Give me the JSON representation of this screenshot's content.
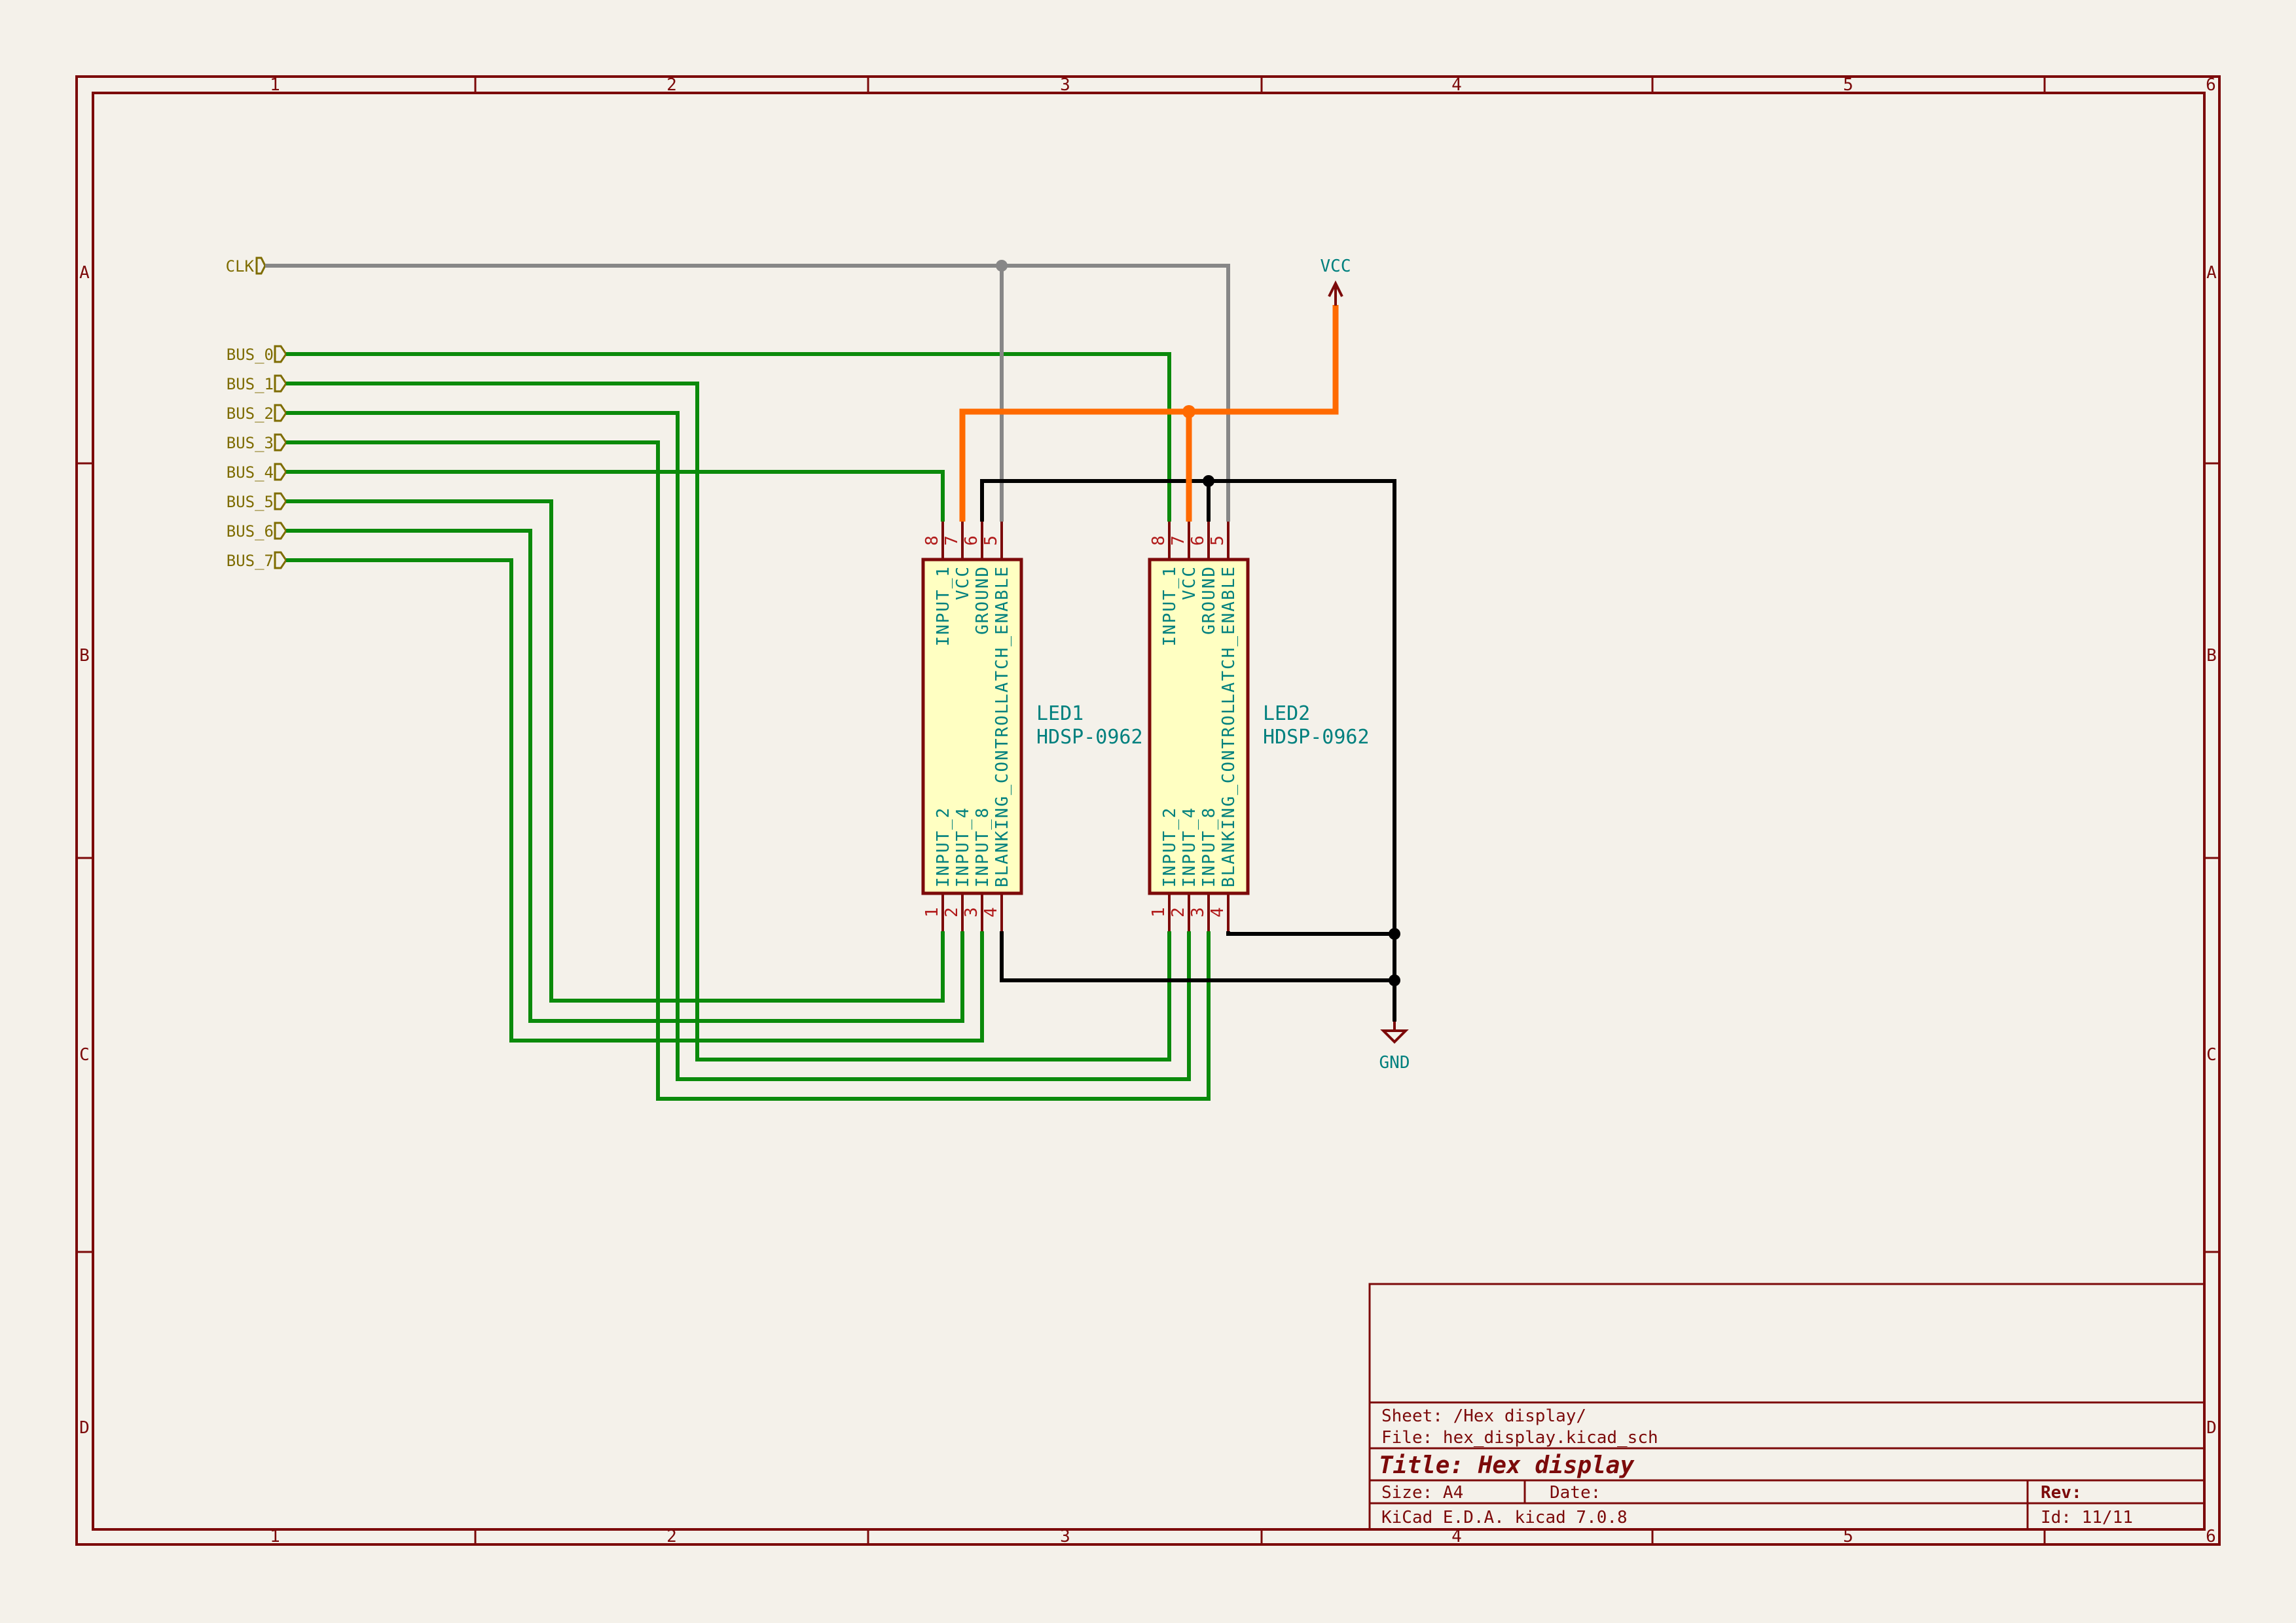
{
  "sheet": {
    "columns": [
      "1",
      "2",
      "3",
      "4",
      "5",
      "6"
    ],
    "rows": [
      "A",
      "B",
      "C",
      "D"
    ]
  },
  "labels": {
    "clk": "CLK",
    "bus": [
      "BUS_0",
      "BUS_1",
      "BUS_2",
      "BUS_3",
      "BUS_4",
      "BUS_5",
      "BUS_6",
      "BUS_7"
    ]
  },
  "power": {
    "vcc": "VCC",
    "gnd": "GND"
  },
  "components": [
    {
      "ref": "LED1",
      "value": "HDSP-0962",
      "top_pins": [
        {
          "num": "8",
          "name": "INPUT_1"
        },
        {
          "num": "7",
          "name": "VCC"
        },
        {
          "num": "6",
          "name": "GROUND"
        },
        {
          "num": "5",
          "name": "LATCH_ENABLE"
        }
      ],
      "bottom_pins": [
        {
          "num": "1",
          "name": "INPUT_2"
        },
        {
          "num": "2",
          "name": "INPUT_4"
        },
        {
          "num": "3",
          "name": "INPUT_8"
        },
        {
          "num": "4",
          "name": "BLANKING_CONTROL"
        }
      ]
    },
    {
      "ref": "LED2",
      "value": "HDSP-0962",
      "top_pins": [
        {
          "num": "8",
          "name": "INPUT_1"
        },
        {
          "num": "7",
          "name": "VCC"
        },
        {
          "num": "6",
          "name": "GROUND"
        },
        {
          "num": "5",
          "name": "LATCH_ENABLE"
        }
      ],
      "bottom_pins": [
        {
          "num": "1",
          "name": "INPUT_2"
        },
        {
          "num": "2",
          "name": "INPUT_4"
        },
        {
          "num": "3",
          "name": "INPUT_8"
        },
        {
          "num": "4",
          "name": "BLANKING_CONTROL"
        }
      ]
    }
  ],
  "title_block": {
    "sheet_label": "Sheet: /Hex display/",
    "file_label": "File: hex_display.kicad_sch",
    "title_label": "Title: Hex display",
    "size_label": "Size: A4",
    "date_label": "Date:",
    "rev_label": "Rev:",
    "generator_label": "KiCad E.D.A.  kicad 7.0.8",
    "id_label": "Id: 11/11"
  },
  "colors": {
    "background": "#F4F1EA",
    "frame": "#7C0A0A",
    "symbol_outline": "#7C0A0A",
    "symbol_fill": "#FFFFC2",
    "pin_number": "#B01919",
    "pin_name": "#00807E",
    "wire_green": "#0B8A0B",
    "wire_gray": "#878787",
    "wire_orange": "#FF6A00",
    "wire_black": "#000000",
    "hier_label": "#7E6C00"
  }
}
